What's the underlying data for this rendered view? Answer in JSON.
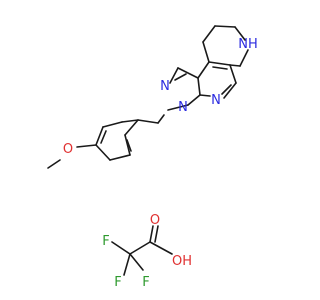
{
  "colors": {
    "bond": "#1a1a1a",
    "nitrogen": "#2b2be0",
    "oxygen": "#e03030",
    "fluorine": "#2e9a2e",
    "background": "#ffffff"
  },
  "atoms": {
    "nh": "NH",
    "pyrazole_n1": "N",
    "pyrazole_n2": "N",
    "pyridine_n": "N",
    "ether_o": "O",
    "carbonyl_o": "O",
    "acid_oh": "OH",
    "f_left": "F",
    "f_top": "F",
    "f_bottom": "F"
  }
}
